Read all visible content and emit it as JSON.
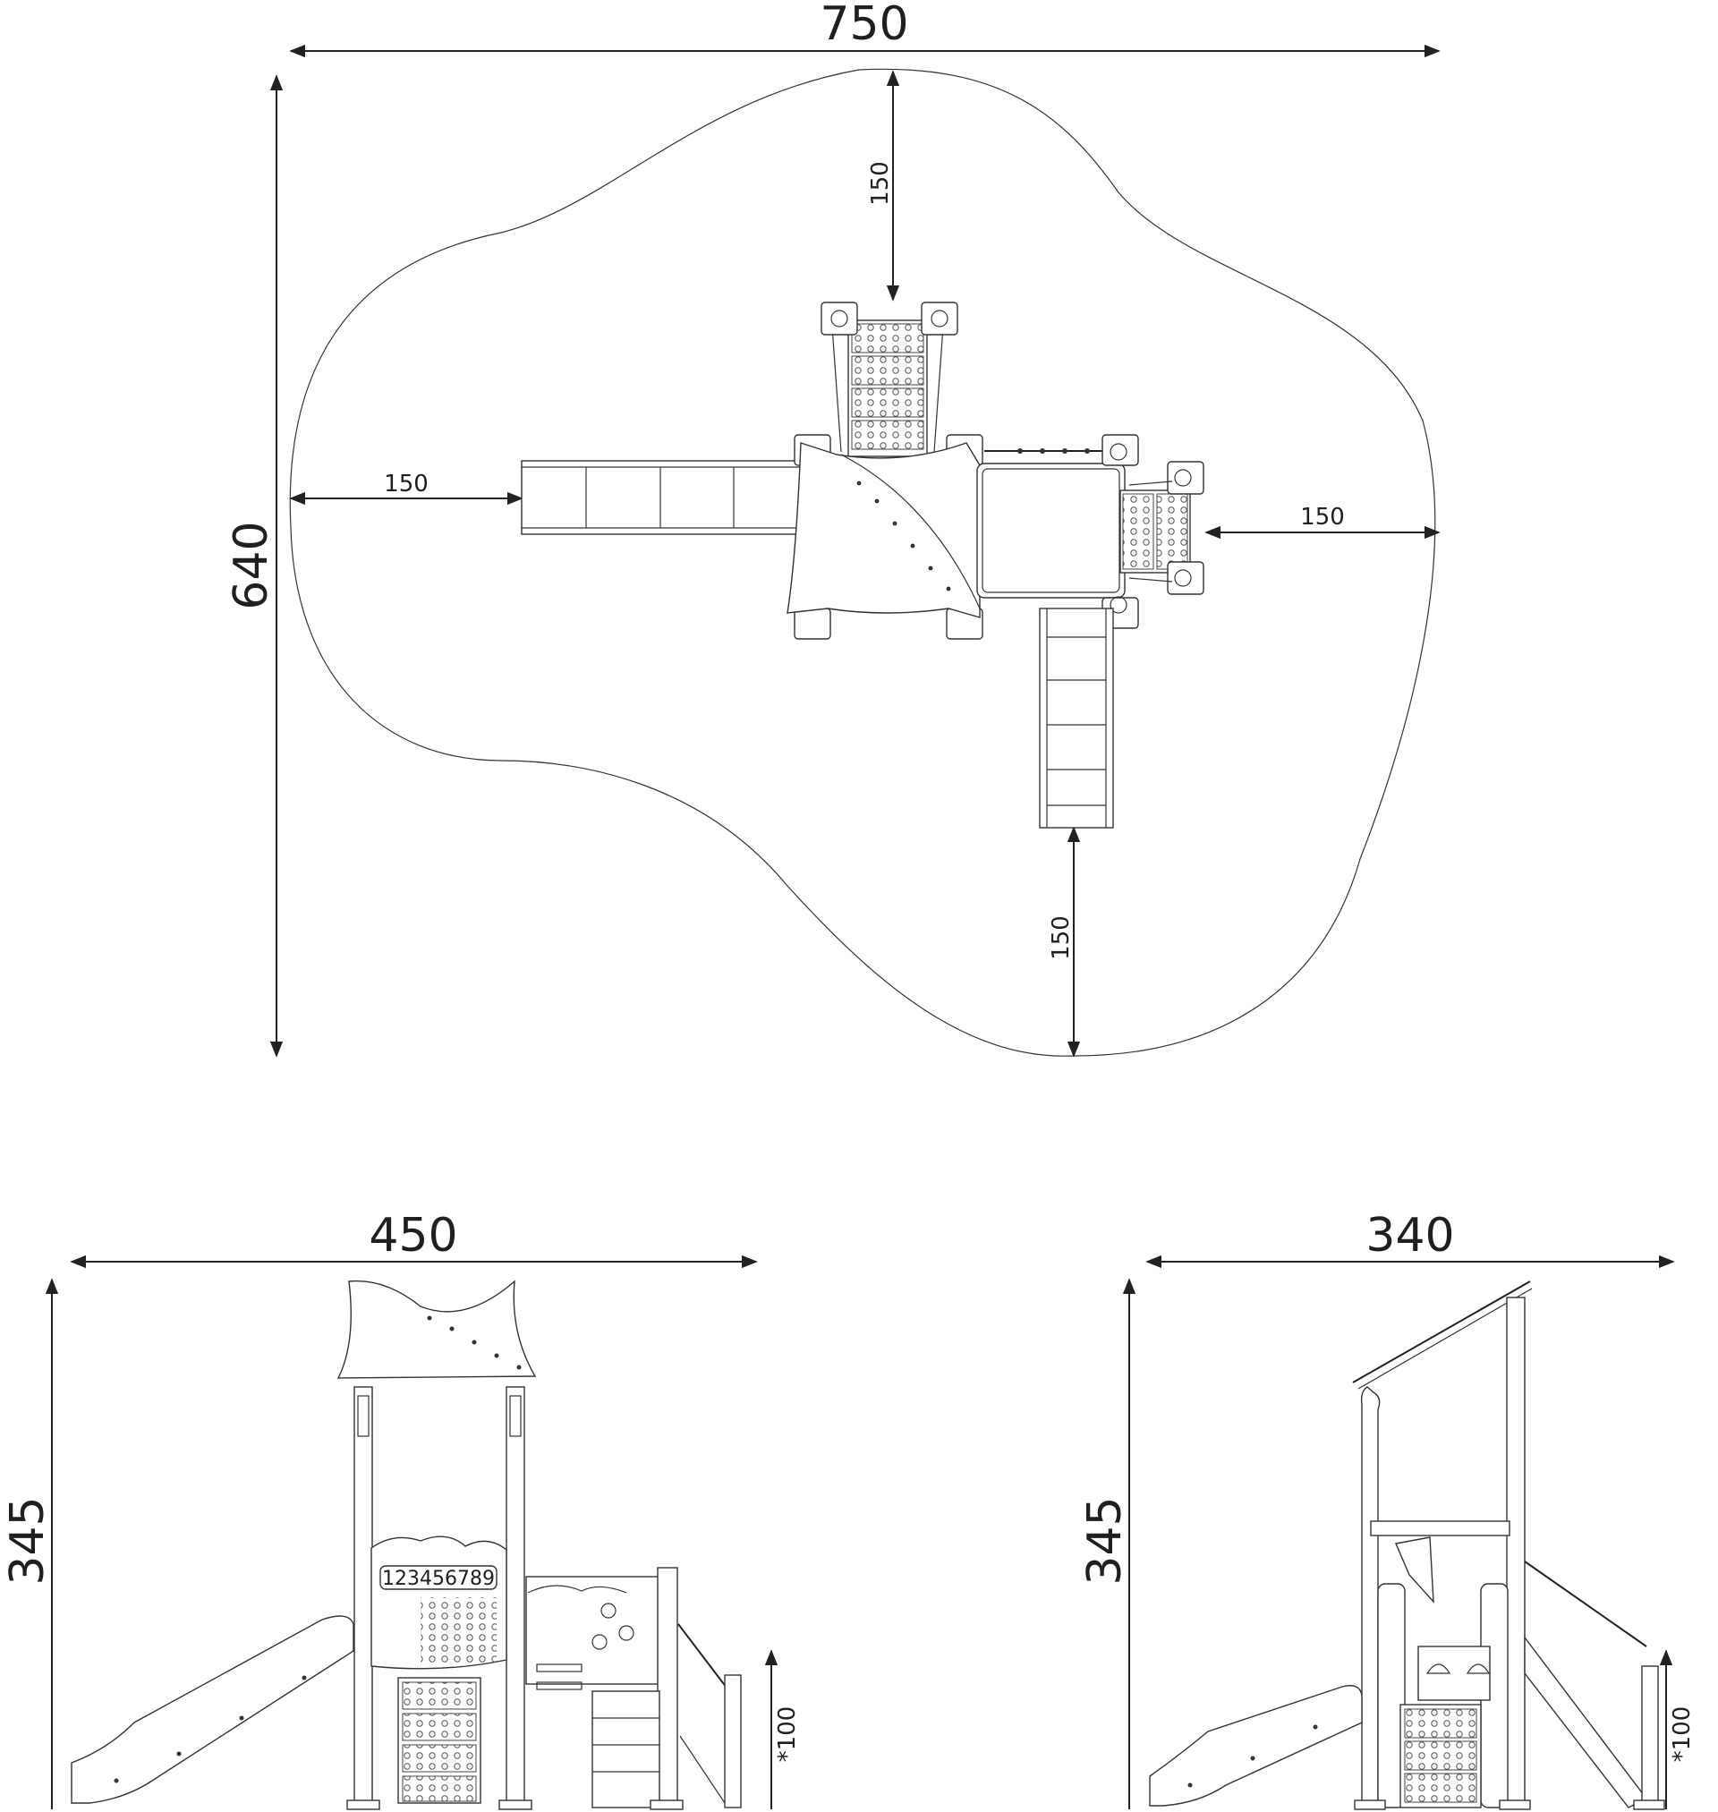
{
  "plan_view": {
    "overall_width": "750",
    "overall_depth": "640",
    "clearance_top": "150",
    "clearance_left": "150",
    "clearance_right": "150",
    "clearance_bottom": "150"
  },
  "front_view": {
    "overall_width": "450",
    "overall_height": "345",
    "platform_height": "*100",
    "number_panel": "123456789"
  },
  "side_view": {
    "overall_width": "340",
    "overall_height": "345",
    "platform_height": "*100"
  }
}
